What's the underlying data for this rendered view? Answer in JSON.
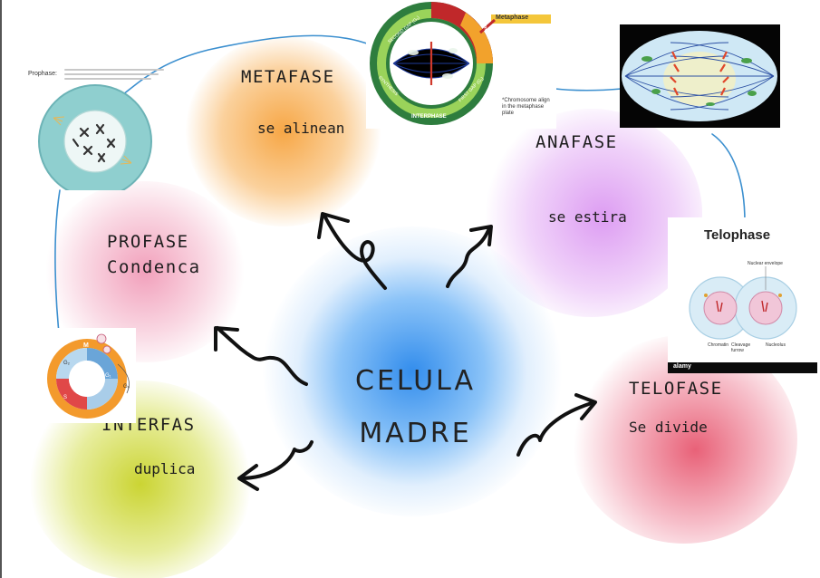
{
  "center": {
    "line1": "CELULA",
    "line2": "MADRE"
  },
  "phases": {
    "metafase": {
      "title": "METAFASE",
      "desc": "se alinean"
    },
    "anafase": {
      "title": "ANAFASE",
      "desc": "se estira"
    },
    "profase": {
      "title": "PROFASE",
      "desc": "Condenca"
    },
    "interfas": {
      "title": "INTERFAS",
      "desc": "duplica"
    },
    "telofase": {
      "title": "TELOFASE",
      "desc": "Se divide"
    }
  },
  "images": {
    "prophase": {
      "caption": "Prophase:"
    },
    "cell_cycle_top": {
      "labels": [
        "SECOND GAP (G₂)",
        "MITOT",
        "PHASE",
        "SYNTHESIS",
        "FIRST GAP (G₁)",
        "INTERPHASE"
      ],
      "tag": "Metaphase",
      "note": "*Chromosome align in the metaphase plate"
    },
    "telophase": {
      "title": "Telophase",
      "labels": [
        "Nuclear envelope",
        "Chromatin",
        "Cleavage furrow",
        "Nucleolus"
      ],
      "watermark": "alamy"
    },
    "interphase_wheel": {
      "labels": [
        "M",
        "G₁",
        "S",
        "G₂",
        "G₀"
      ]
    }
  },
  "colors": {
    "center_blob": "#2f8dea",
    "metafase_blob": "#f6a23c",
    "anafase_blob": "#d98cf0",
    "profase_blob": "#f29ab4",
    "interfas_blob": "#c8d534",
    "telofase_blob": "#ea5a72",
    "connector": "#3b8fcf"
  }
}
